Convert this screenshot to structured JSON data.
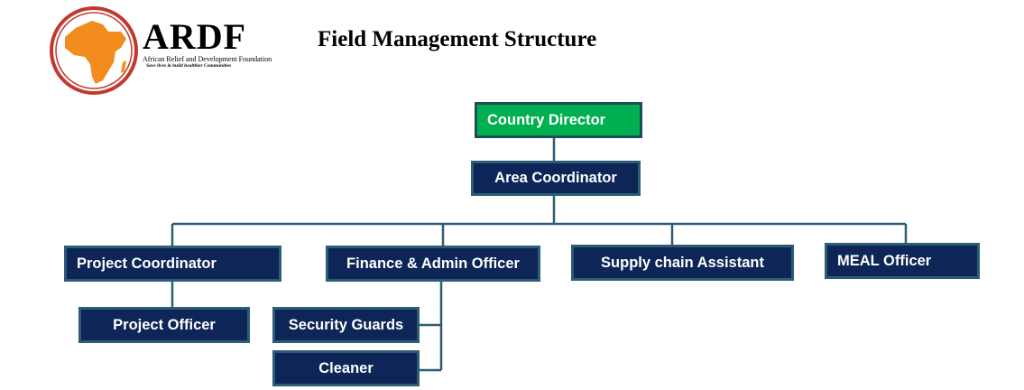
{
  "header": {
    "title": "Field Management Structure",
    "logo": {
      "name": "ARDF",
      "subtitle": "African Relief and Development Foundation",
      "tagline": "Save lives & build healthier Communities",
      "colors": {
        "ring": "#c0392b",
        "continent": "#f28c1e"
      }
    }
  },
  "colors": {
    "box_fill": "#0d2557",
    "box_border": "#2c5d74",
    "top_fill": "#00b050",
    "connector": "#2c5d74"
  },
  "org_chart": {
    "country_director": "Country Director",
    "area_coordinator": "Area Coordinator",
    "project_coordinator": "Project Coordinator",
    "finance_admin_officer": "Finance & Admin Officer",
    "supply_chain_assistant": "Supply chain Assistant",
    "meal_officer": "MEAL Officer",
    "project_officer": "Project Officer",
    "security_guards": "Security Guards",
    "cleaner": "Cleaner"
  }
}
